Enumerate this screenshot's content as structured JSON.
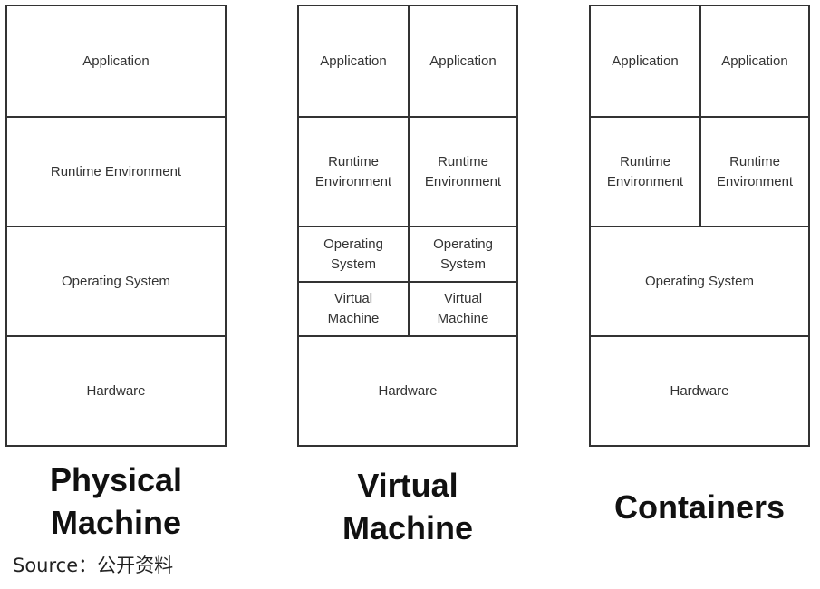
{
  "physical": {
    "application": "Application",
    "runtime": "Runtime Environment",
    "os": "Operating System",
    "hardware": "Hardware",
    "caption": "Physical\nMachine"
  },
  "virtual": {
    "app_left": "Application",
    "app_right": "Application",
    "runtime_left": "Runtime\nEnvironment",
    "runtime_right": "Runtime\nEnvironment",
    "os_left": "Operating\nSystem",
    "os_right": "Operating\nSystem",
    "vm_left": "Virtual\nMachine",
    "vm_right": "Virtual\nMachine",
    "hardware": "Hardware",
    "caption": "Virtual\nMachine"
  },
  "containers": {
    "app_left": "Application",
    "app_right": "Application",
    "runtime_left": "Runtime\nEnvironment",
    "runtime_right": "Runtime\nEnvironment",
    "os": "Operating System",
    "hardware": "Hardware",
    "caption": "Containers"
  },
  "source": "Source：公开资料"
}
